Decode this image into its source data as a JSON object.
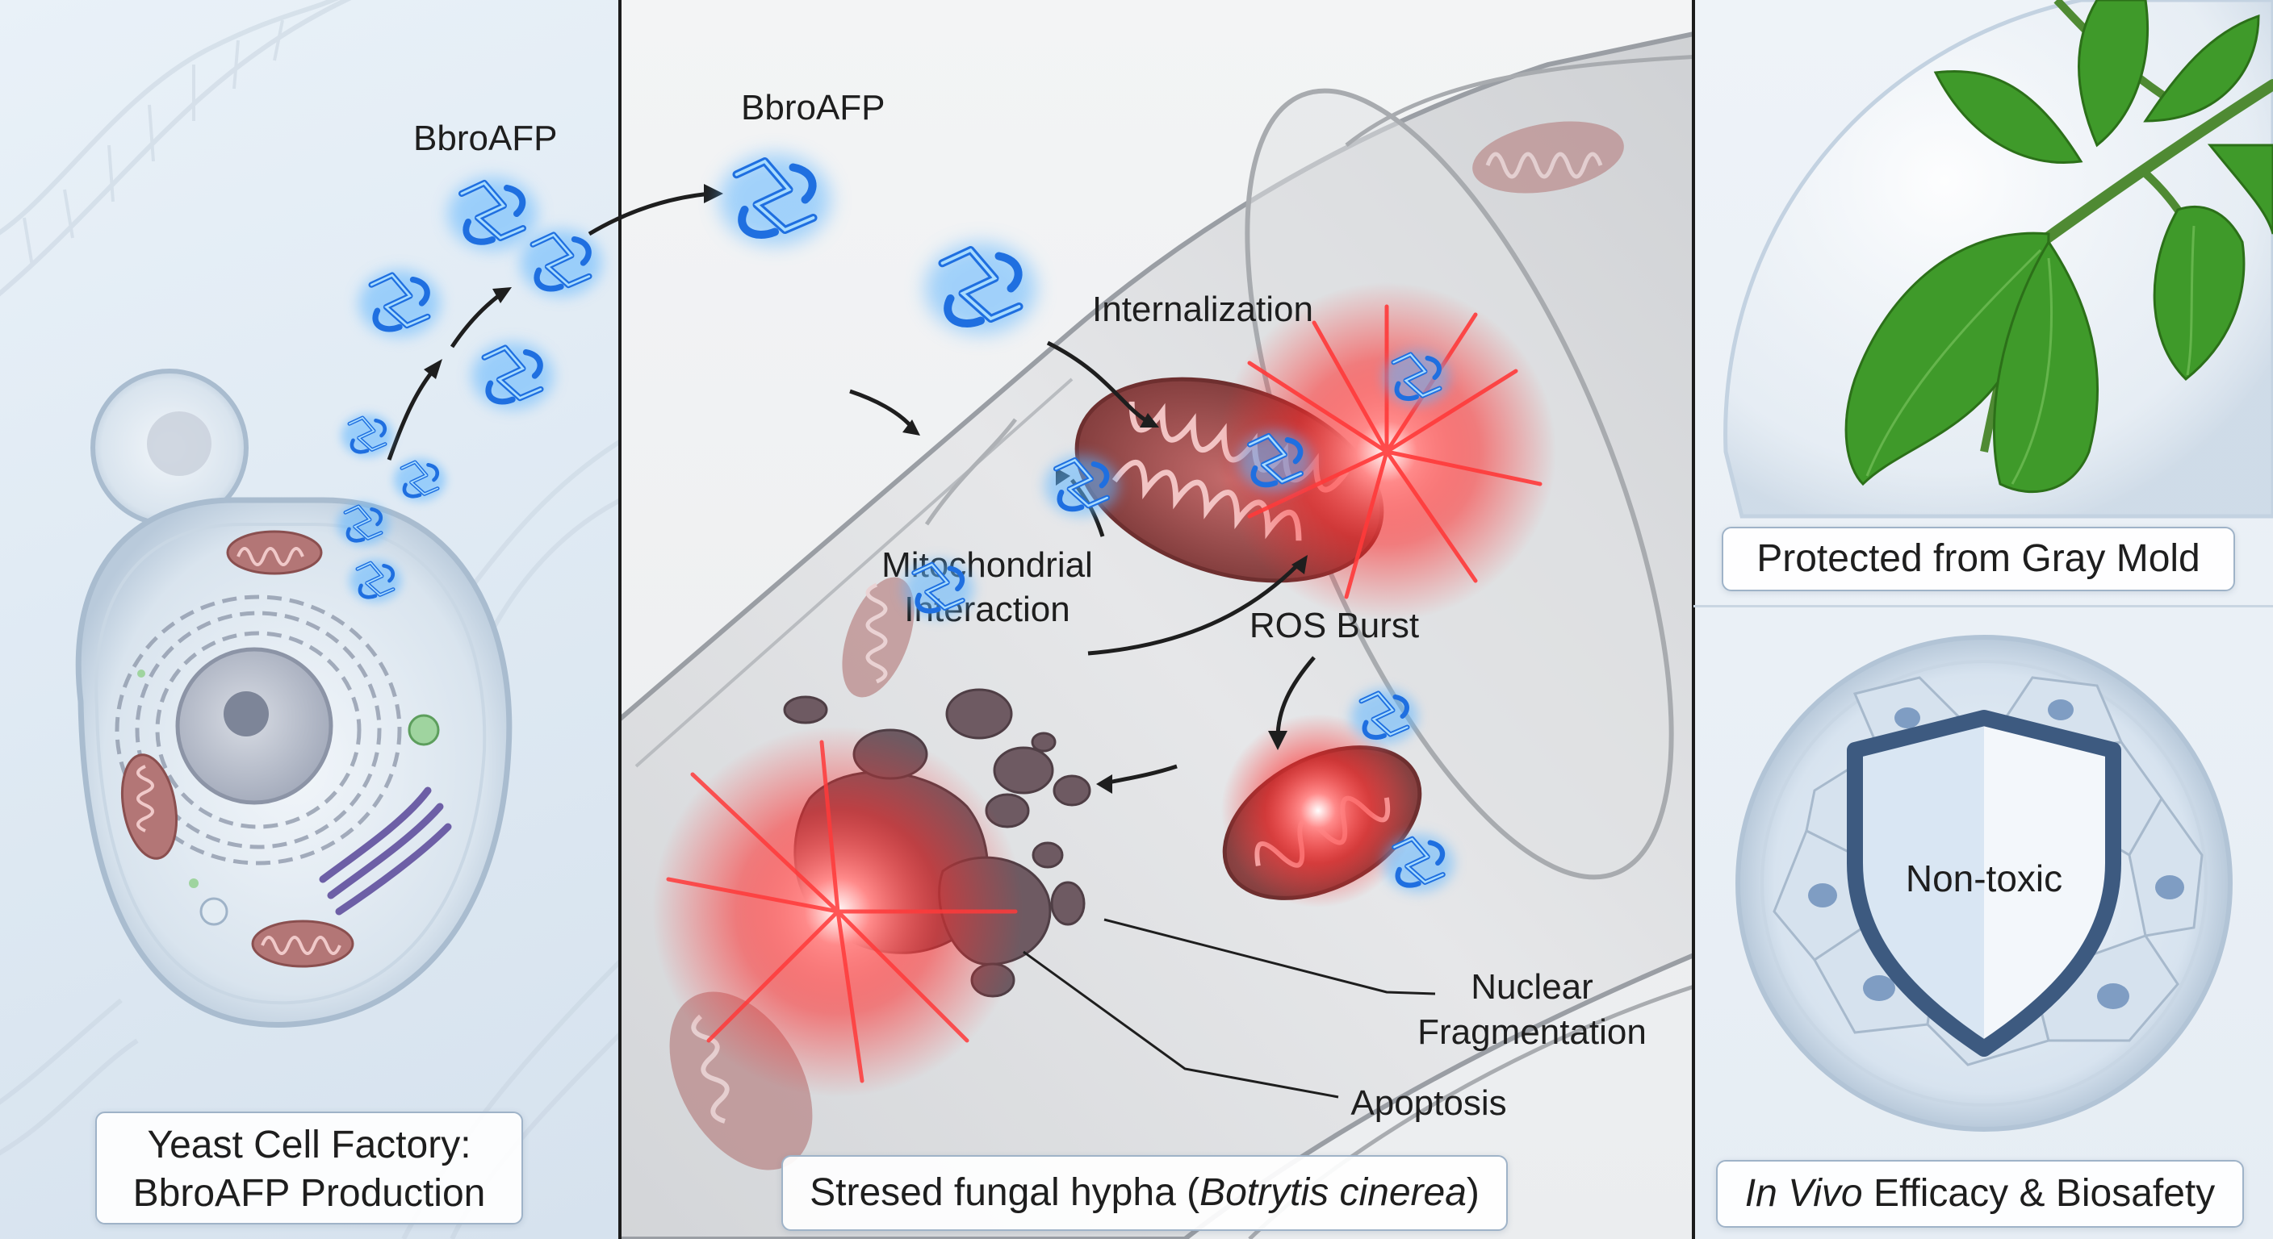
{
  "labels": {
    "bbro_left": "BbroAFP",
    "bbro_mid": "BbroAFP",
    "internalization": "Internalization",
    "mito_line1": "Mitochondrial",
    "mito_line2": "Interaction",
    "ros_burst": "ROS Burst",
    "nuclear_line1": "Nuclear",
    "nuclear_line2": "Fragmentation",
    "apoptosis": "Apoptosis",
    "non_toxic": "Non-toxic"
  },
  "captions": {
    "left_line1": "Yeast Cell Factory:",
    "left_line2": "BbroAFP Production",
    "mid_prefix": "Stresed fungal hypha (",
    "mid_italic": "Botrytis cinerea",
    "mid_suffix": ")",
    "right_top": "Protected from Gray Mold",
    "right_bottom_italic": "In Vivo",
    "right_bottom_rest": " Efficacy & Biosafety"
  },
  "colors": {
    "protein_blue": "#1f6fe0",
    "protein_glow": "#5fb6ff",
    "mitochondria": "#a85555",
    "ros_red": "#ff2a2a",
    "leaf_green": "#3f9a2a",
    "shield_navy": "#3d5a80"
  },
  "icons": [
    "dna-helix-icon",
    "yeast-cell-icon",
    "protein-icon",
    "mitochondrion-icon",
    "explosion-icon",
    "leaf-icon",
    "shield-icon",
    "petri-dish-icon"
  ]
}
